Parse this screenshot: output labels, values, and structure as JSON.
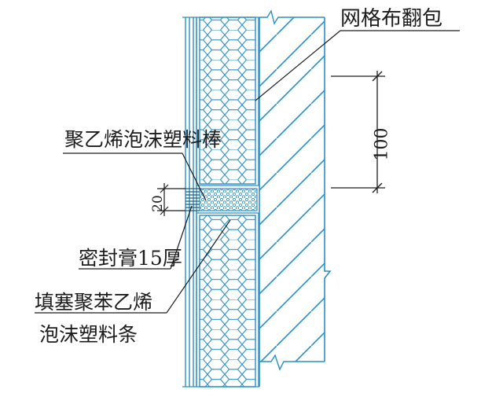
{
  "labels": {
    "mesh_wrap": "网格布翻包",
    "foam_rod": "聚乙烯泡沫塑料棒",
    "sealant": "密封膏15厚",
    "fill_line1": "填塞聚苯乙烯",
    "fill_line2": "泡沫塑料条"
  },
  "dimensions": {
    "height_100": "100",
    "joint_20": "20"
  },
  "colors": {
    "line": "#2a8fc4",
    "dark_line": "#1f5f86",
    "text": "#1c1c1c",
    "background": "#ffffff"
  }
}
